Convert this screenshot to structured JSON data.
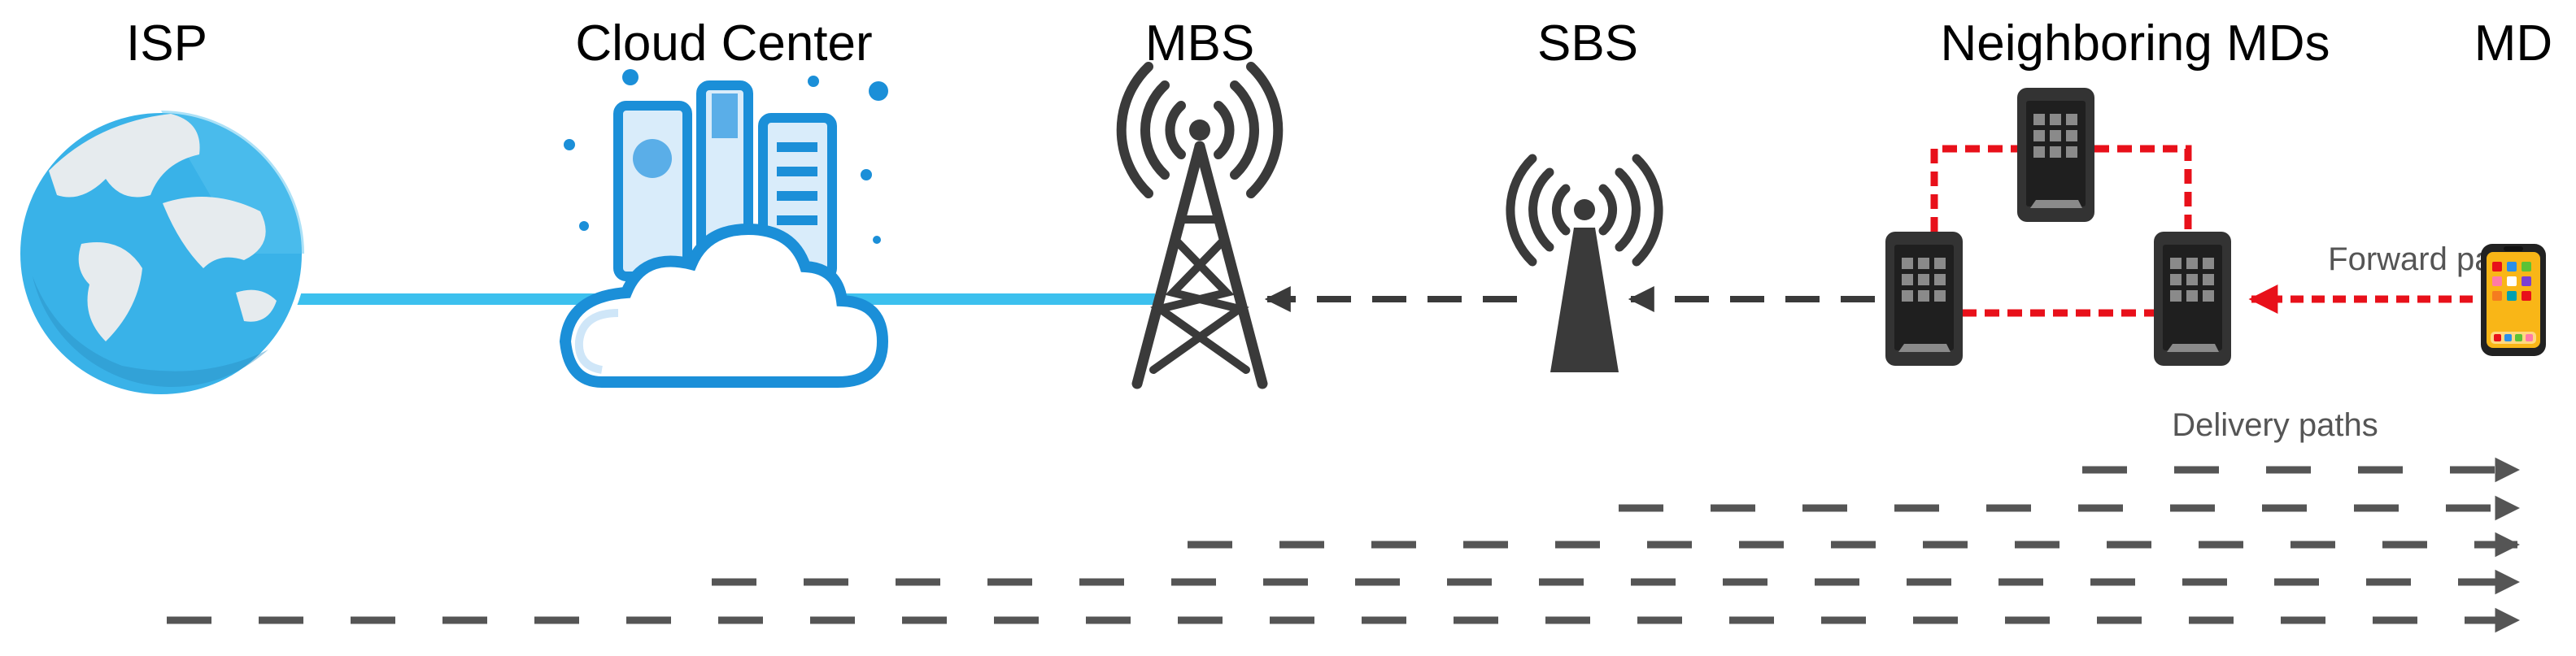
{
  "nodes": {
    "isp": "ISP",
    "cloud_center": "Cloud Center",
    "mbs": "MBS",
    "sbs": "SBS",
    "neighboring_mds": "Neighboring MDs",
    "md": "MD"
  },
  "annotations": {
    "forward_paths": "Forward paths",
    "delivery_paths": "Delivery paths"
  },
  "colors": {
    "link": "#3cc0ee",
    "globe_ocean": "#39b2e8",
    "globe_land": "#e6ebee",
    "cloud_blue": "#1b8fd8",
    "tower": "#3a3a3a",
    "device": "#333333",
    "forward_red": "#e8101a",
    "dash_gray": "#555555"
  },
  "icons": [
    "globe-icon",
    "cloud-server-icon",
    "cell-tower-icon",
    "antenna-icon",
    "smartphone-icon"
  ]
}
